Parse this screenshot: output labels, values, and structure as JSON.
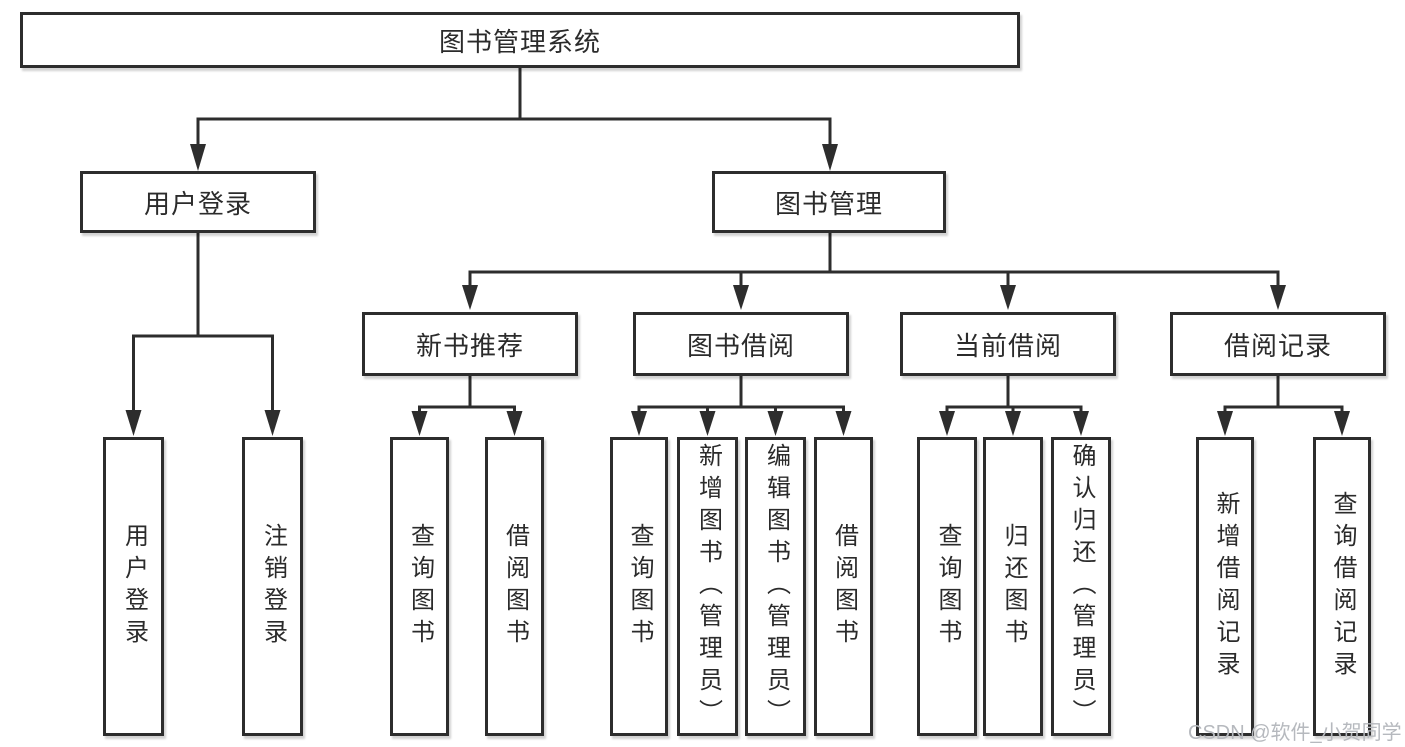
{
  "tree": {
    "root": {
      "label": "图书管理系统"
    },
    "children": [
      {
        "label": "用户登录",
        "children": [
          {
            "label": "用户登录"
          },
          {
            "label": "注销登录"
          }
        ]
      },
      {
        "label": "图书管理",
        "children": [
          {
            "label": "新书推荐",
            "children": [
              {
                "label": "查询图书"
              },
              {
                "label": "借阅图书"
              }
            ]
          },
          {
            "label": "图书借阅",
            "children": [
              {
                "label": "查询图书"
              },
              {
                "label": "新增图书（管理员）"
              },
              {
                "label": "编辑图书（管理员）"
              },
              {
                "label": "借阅图书"
              }
            ]
          },
          {
            "label": "当前借阅",
            "children": [
              {
                "label": "查询图书"
              },
              {
                "label": "归还图书"
              },
              {
                "label": "确认归还（管理员）"
              }
            ]
          },
          {
            "label": "借阅记录",
            "children": [
              {
                "label": "新增借阅记录"
              },
              {
                "label": "查询借阅记录"
              }
            ]
          }
        ]
      }
    ]
  },
  "watermark": "CSDN @软件_小贺同学",
  "colors": {
    "line": "#2d2d2d",
    "box_fill": "#ffffff",
    "text": "#2b2b2b",
    "background": "#ffffff",
    "watermark": "#b6b9be"
  }
}
